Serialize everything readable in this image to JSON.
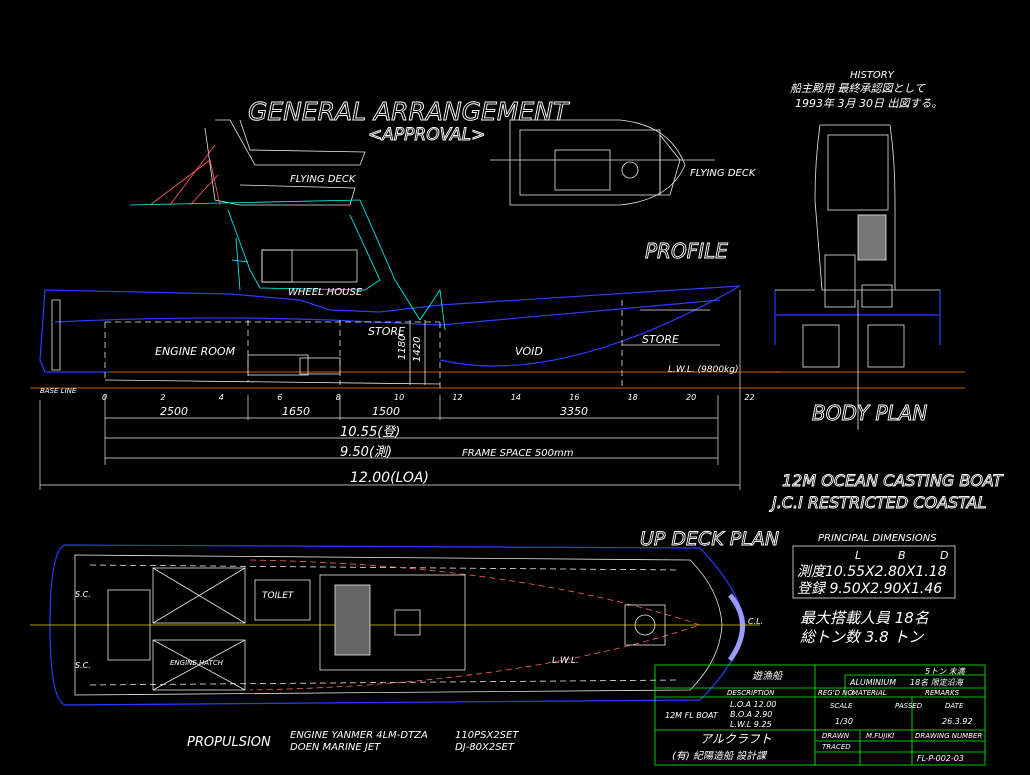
{
  "title": {
    "main": "GENERAL ARRANGEMENT",
    "sub": "<APPROVAL>"
  },
  "history": {
    "heading": "HISTORY",
    "line1": "船主殿用 最終承認図として",
    "line2": "1993年 3月 30日 出図する。"
  },
  "views": {
    "profile": "PROFILE",
    "body_plan": "BODY PLAN",
    "up_deck_plan": "UP DECK PLAN",
    "flying_deck_side": "FLYING DECK",
    "flying_deck_top": "FLYING DECK"
  },
  "profile_labels": {
    "engine_room": "ENGINE ROOM",
    "wheel_house": "WHEEL HOUSE",
    "store_mid": "STORE",
    "store_fwd": "STORE",
    "void": "VOID",
    "base_line": "BASE LINE",
    "lwl": "L.W.L. (9800kg)"
  },
  "frames": [
    "0",
    "2",
    "4",
    "6",
    "8",
    "10",
    "12",
    "14",
    "16",
    "18",
    "20",
    "22"
  ],
  "dimensions": {
    "d1": "2500",
    "d2": "1650",
    "d3": "1500",
    "d4": "3350",
    "length_reg": "10.55(登)",
    "length_meas": "9.50(測)",
    "frame_space": "FRAME SPACE 500mm",
    "loa": "12.00(LOA)",
    "h1": "1180",
    "h2": "1420"
  },
  "boat_name": {
    "line1": "12M OCEAN CASTING BOAT",
    "line2": "J.C.I RESTRICTED COASTAL"
  },
  "principal": {
    "heading": "PRINCIPAL DIMENSIONS",
    "cols": [
      "L",
      "B",
      "D"
    ],
    "row1": "測度10.55X2.80X1.18",
    "row2": "登録 9.50X2.90X1.46"
  },
  "capacity": {
    "persons": "最大搭載人員 18名",
    "tonnage": "総トン数 3.8 トン"
  },
  "propulsion": {
    "label": "PROPULSION",
    "engine": "ENGINE YANMER 4LM-DTZA",
    "engine_power": "110PSX2SET",
    "jet": "DOEN MARINE JET",
    "jet_model": "DJ-80X2SET"
  },
  "deck_labels": {
    "toilet": "TOILET",
    "engine_hatch": "ENGINE HATCH",
    "sc_upper": "S.C.",
    "sc_lower": "S.C.",
    "lwl": "L.W.L.",
    "cl": "C.L."
  },
  "title_block": {
    "ship_type": "遊漁船",
    "material_label": "MATERIAL",
    "material": "ALUMINIUM",
    "remarks_note1": "5トン 未満",
    "remarks_note2": "18名 限定沿海",
    "description_label": "DESCRIPTION",
    "reg_no_label": "REG'D NO.",
    "remarks_label": "REMARKS",
    "boat_model": "12M FL BOAT",
    "loa_line": "L.O.A 12.00",
    "boa_line": "B.O.A 2.90",
    "lwl_line": "L.W.L 9.25",
    "scale_label": "SCALE",
    "scale": "1/30",
    "passed_label": "PASSED",
    "date_label": "DATE",
    "date": "26.3.92",
    "company_kana": "アルクラフト",
    "company": "(有) 紀陽造船 設計課",
    "drawn_label": "DRAWN",
    "drawn_by": "M.FUJIKI",
    "traced_label": "TRACED",
    "drawing_no_label": "DRAWING NUMBER",
    "drawing_no": "FL-P-002-03"
  },
  "colors": {
    "background": "#000000",
    "outline_blue": "#2b3cff",
    "line_cyan": "#00ffff",
    "line_white": "#e8e8e8",
    "line_yellow": "#d8d800",
    "line_red": "#ff6060",
    "line_orange": "#ff8000"
  }
}
